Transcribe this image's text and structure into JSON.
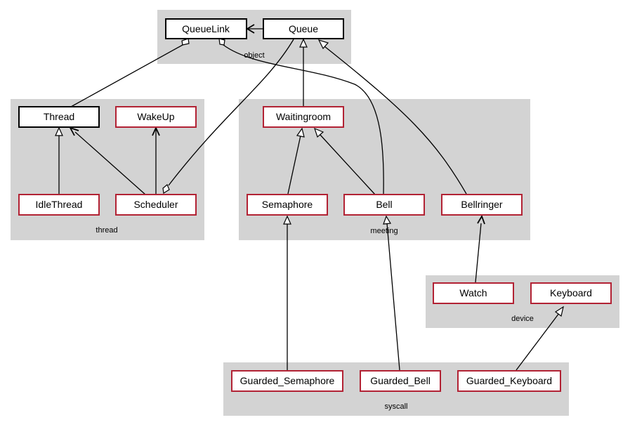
{
  "packages": {
    "object": "object",
    "thread": "thread",
    "meeting": "meeting",
    "device": "device",
    "syscall": "syscall"
  },
  "classes": {
    "queuelink": "QueueLink",
    "queue": "Queue",
    "thread": "Thread",
    "wakeup": "WakeUp",
    "idlethread": "IdleThread",
    "scheduler": "Scheduler",
    "waitingroom": "Waitingroom",
    "semaphore": "Semaphore",
    "bell": "Bell",
    "bellringer": "Bellringer",
    "watch": "Watch",
    "keyboard": "Keyboard",
    "guarded_semaphore": "Guarded_Semaphore",
    "guarded_bell": "Guarded_Bell",
    "guarded_keyboard": "Guarded_Keyboard"
  },
  "colors": {
    "package_fill": "#d3d3d3",
    "class_border_black": "#000000",
    "class_border_red": "#b22234"
  }
}
